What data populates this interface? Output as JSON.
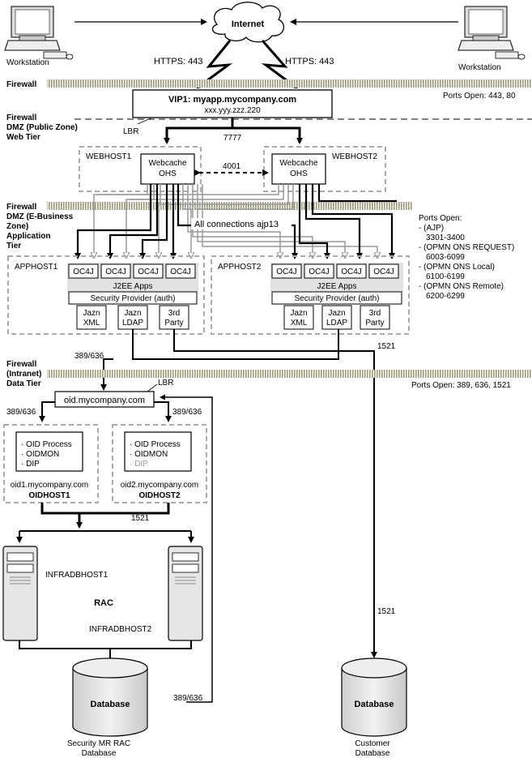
{
  "internet": {
    "label": "Internet"
  },
  "workstations": {
    "left": "Workstation",
    "right": "Workstation"
  },
  "links": {
    "https_left": "HTTPS: 443",
    "https_right": "HTTPS: 443"
  },
  "firewall1": {
    "label": "Firewall",
    "ports": "Ports Open: 443, 80"
  },
  "vip": {
    "title": "VIP1: myapp.mycompany.com",
    "address": "xxx.yyy.zzz.220"
  },
  "dmz_web": {
    "line1": "Firewall",
    "line2": "DMZ (Public Zone)",
    "line3": "Web Tier"
  },
  "lbr_top": "LBR",
  "port_7777": "7777",
  "webhost1": {
    "label": "WEBHOST1",
    "line1": "Webcache",
    "line2": "OHS"
  },
  "webhost2": {
    "label": "WEBHOST2",
    "line1": "Webcache",
    "line2": "OHS"
  },
  "port_4001": "4001",
  "dmz_app": {
    "line1": "Firewall",
    "line2": "DMZ (E-Business",
    "line3": "Zone)",
    "line4": "Application",
    "line5": "Tier"
  },
  "ports_app": [
    "Ports Open:",
    "- (AJP)",
    "3301-3400",
    "- (OPMN ONS REQUEST)",
    "6003-6099",
    "- (OPMN ONS Local)",
    "6100-6199",
    "- (OPMN ONS Remote)",
    "6200-6299"
  ],
  "ajp_label": "All connections ajp13",
  "apphost1": {
    "label": "APPHOST1",
    "oc4j": [
      "OC4J",
      "OC4J",
      "OC4J",
      "OC4J"
    ],
    "j2ee": "J2EE Apps",
    "security": "Security Provider (auth)",
    "providers": [
      [
        "Jazn",
        "XML"
      ],
      [
        "Jazn",
        "LDAP"
      ],
      [
        "3rd",
        "Party"
      ]
    ]
  },
  "apphost2": {
    "label": "APPHOST2",
    "oc4j": [
      "OC4J",
      "OC4J",
      "OC4J",
      "OC4J"
    ],
    "j2ee": "J2EE Apps",
    "security": "Security Provider (auth)",
    "providers": [
      [
        "Jazn",
        "XML"
      ],
      [
        "Jazn",
        "LDAP"
      ],
      [
        "3rd",
        "Party"
      ]
    ]
  },
  "port_1521_app": "1521",
  "port_389_app": "389/636",
  "firewall3": {
    "line1": "Firewall",
    "line2": "(Intranet)",
    "line3": "Data Tier",
    "ports": "Ports Open: 389, 636, 1521"
  },
  "lbr_oid": "LBR",
  "oid_lb": "oid.mycompany.com",
  "port_389_left": "389/636",
  "port_389_right": "389/636",
  "oidhost1": {
    "items": [
      "OID Process",
      "OIDMON",
      "DIP"
    ],
    "dns": "oid1.mycompany.com",
    "label": "OIDHOST1"
  },
  "oidhost2": {
    "items": [
      "OID Process",
      "OIDMON",
      "DIP"
    ],
    "dns": "oid2.mycompany.com",
    "label": "OIDHOST2"
  },
  "port_1521_oid": "1521",
  "infra": {
    "host1": "INFRADBHOST1",
    "rac": "RAC",
    "host2": "INFRADBHOST2"
  },
  "port_1521_cust": "1521",
  "port_389_db": "389/636",
  "db_security": {
    "label": "Database",
    "caption1": "Security MR RAC",
    "caption2": "Database"
  },
  "db_customer": {
    "label": "Database",
    "caption1": "Customer",
    "caption2": "Database"
  }
}
